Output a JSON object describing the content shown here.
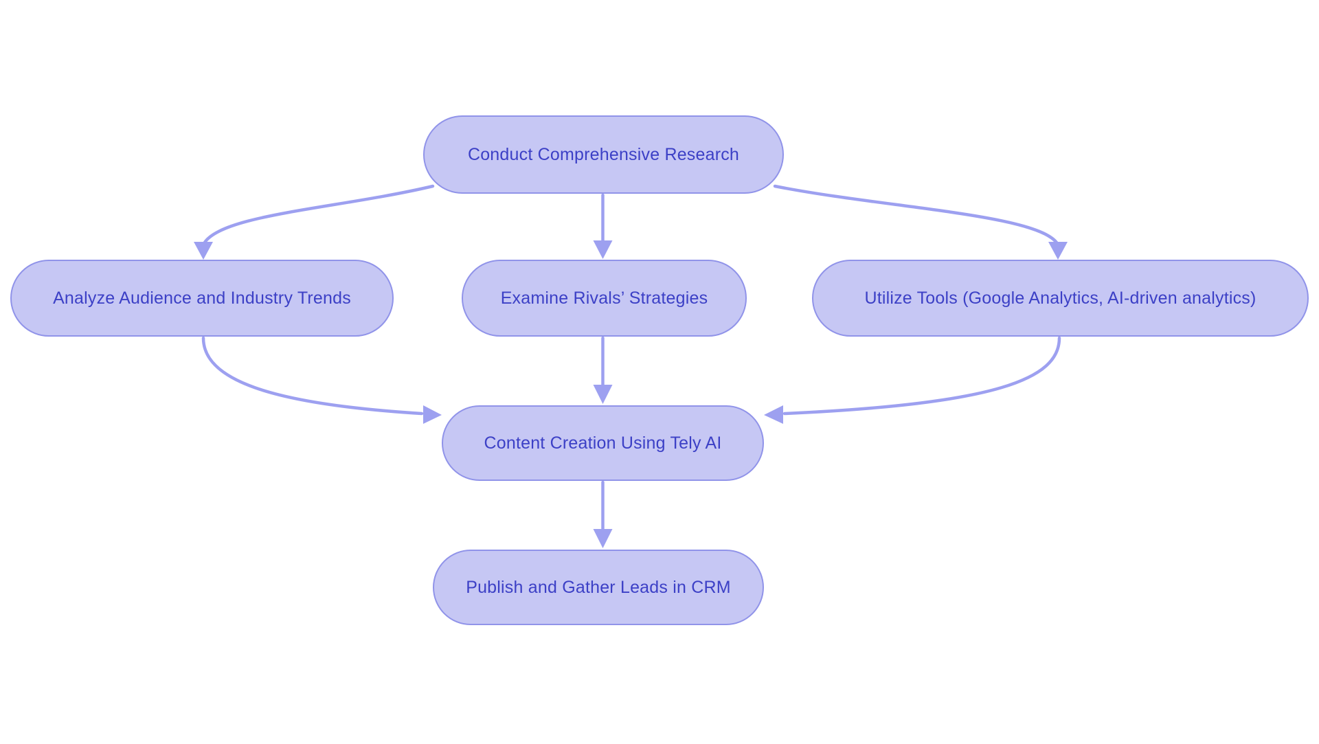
{
  "diagram": {
    "type": "flowchart",
    "background_color": "#ffffff",
    "node_fill_color": "#c6c7f4",
    "node_border_color": "#9093e9",
    "node_text_color": "#3c40c6",
    "arrow_color": "#9da0f0",
    "nodes": [
      {
        "id": "conduct-research",
        "label": "Conduct Comprehensive Research"
      },
      {
        "id": "analyze-audience",
        "label": "Analyze Audience and Industry Trends"
      },
      {
        "id": "examine-rivals",
        "label": "Examine Rivals’ Strategies"
      },
      {
        "id": "utilize-tools",
        "label": "Utilize Tools (Google Analytics, AI-driven analytics)"
      },
      {
        "id": "content-creation",
        "label": "Content Creation Using Tely AI"
      },
      {
        "id": "publish-crm",
        "label": "Publish and Gather Leads in CRM"
      }
    ],
    "edges": [
      {
        "from": "conduct-research",
        "to": "analyze-audience"
      },
      {
        "from": "conduct-research",
        "to": "examine-rivals"
      },
      {
        "from": "conduct-research",
        "to": "utilize-tools"
      },
      {
        "from": "analyze-audience",
        "to": "content-creation"
      },
      {
        "from": "examine-rivals",
        "to": "content-creation"
      },
      {
        "from": "utilize-tools",
        "to": "content-creation"
      },
      {
        "from": "content-creation",
        "to": "publish-crm"
      }
    ]
  }
}
